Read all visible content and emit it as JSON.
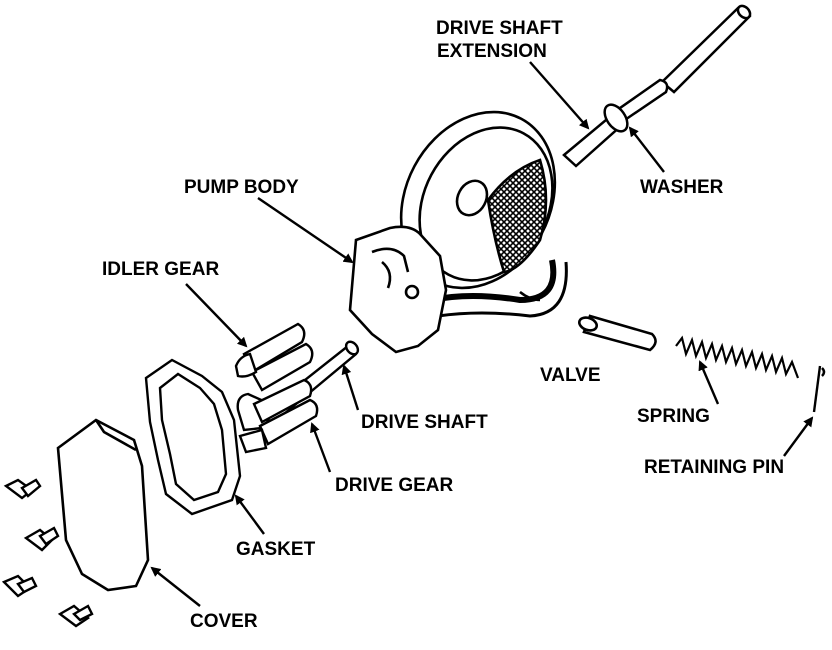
{
  "colors": {
    "ink": "#000000",
    "paper": "#ffffff"
  },
  "labels": {
    "drive_shaft_extension_line1": "DRIVE SHAFT",
    "drive_shaft_extension_line2": "EXTENSION",
    "washer": "WASHER",
    "pump_body": "PUMP BODY",
    "idler_gear": "IDLER GEAR",
    "valve": "VALVE",
    "spring": "SPRING",
    "drive_shaft": "DRIVE SHAFT",
    "retaining_pin": "RETAINING PIN",
    "drive_gear": "DRIVE GEAR",
    "gasket": "GASKET",
    "cover": "COVER"
  }
}
